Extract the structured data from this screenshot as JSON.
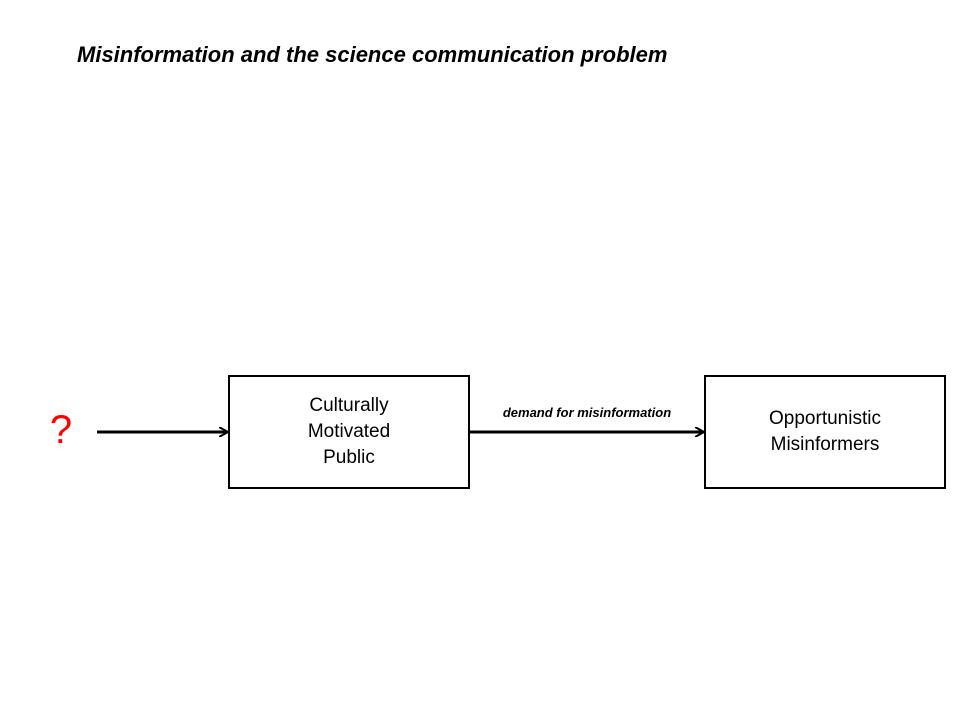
{
  "title": "Misinformation and the science communication problem",
  "diagram": {
    "source_node": {
      "label": "?",
      "color": "#ff0000"
    },
    "nodes": [
      {
        "id": "public",
        "label": "Culturally\nMotivated\nPublic"
      },
      {
        "id": "misinformers",
        "label": "Opportunistic\nMisinformers"
      }
    ],
    "edges": [
      {
        "from": "?",
        "to": "public",
        "label": ""
      },
      {
        "from": "public",
        "to": "misinformers",
        "label": "demand for misinformation"
      }
    ]
  }
}
